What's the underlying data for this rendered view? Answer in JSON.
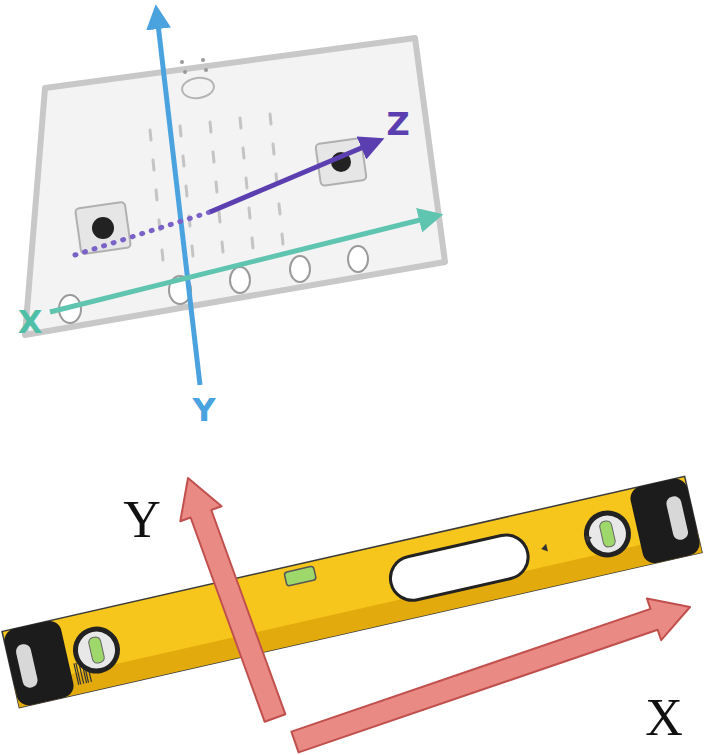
{
  "diagram": {
    "labels": [
      "X",
      "Y",
      "Z",
      "Y",
      "X"
    ]
  }
}
